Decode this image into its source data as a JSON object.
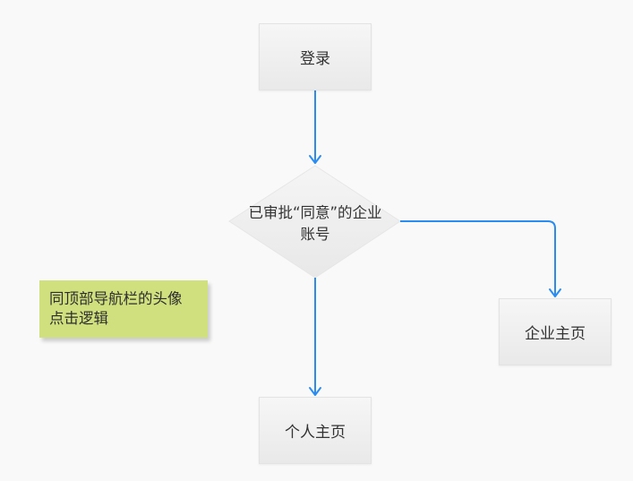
{
  "nodes": {
    "start": "登录",
    "decision": "已审批“同意”的企业\n账号",
    "company_home": "企业主页",
    "personal_home": "个人主页"
  },
  "note": "同顶部导航栏的头像\n点击逻辑",
  "colors": {
    "background": "#f9f9f9",
    "connector": "#2a8cf0",
    "node_fill": "#eeeeee",
    "note_fill": "#d0e07e"
  }
}
